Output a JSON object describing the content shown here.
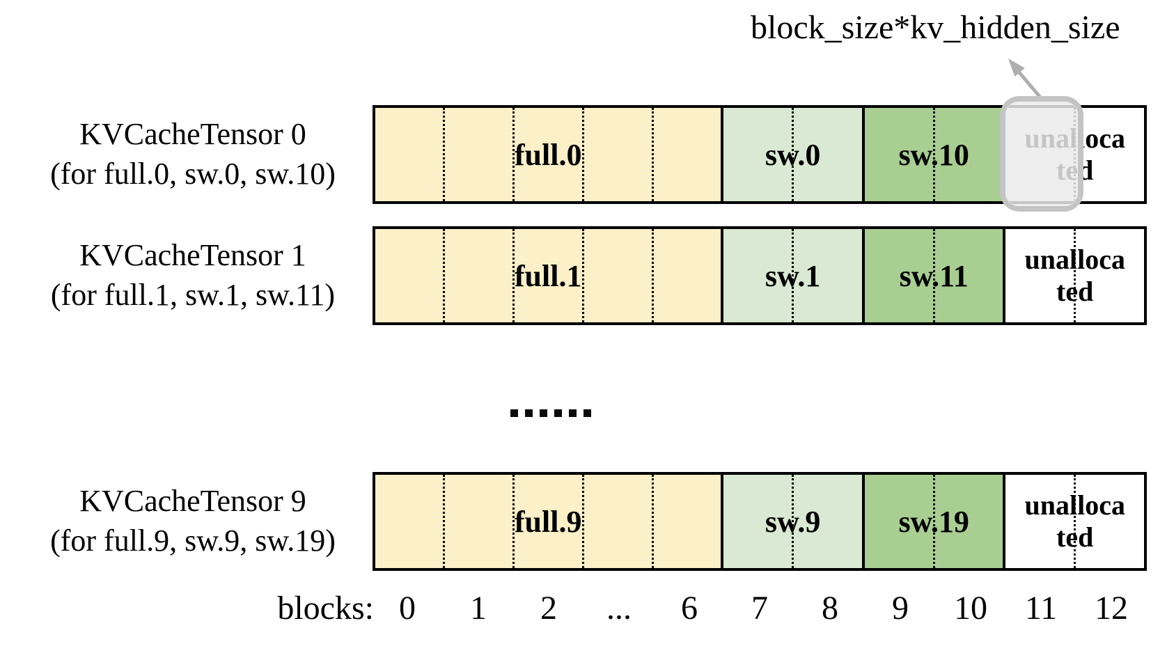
{
  "annotation": {
    "label": "block_size*kv_hidden_size"
  },
  "tensors": [
    {
      "title": "KVCacheTensor 0",
      "subtitle": "(for full.0, sw.0, sw.10)",
      "segments": {
        "full": "full.0",
        "sw_low": "sw.0",
        "sw_high": "sw.10",
        "unallocated": "unallocated"
      },
      "highlighted_block": "11"
    },
    {
      "title": "KVCacheTensor 1",
      "subtitle": "(for full.1, sw.1, sw.11)",
      "segments": {
        "full": "full.1",
        "sw_low": "sw.1",
        "sw_high": "sw.11",
        "unallocated": "unallocated"
      }
    },
    {
      "title": "KVCacheTensor 9",
      "subtitle": "(for full.9, sw.9, sw.19)",
      "segments": {
        "full": "full.9",
        "sw_low": "sw.9",
        "sw_high": "sw.19",
        "unallocated": "unallocated"
      }
    }
  ],
  "ellipsis": "......",
  "axis": {
    "label": "blocks:",
    "ticks": [
      "0",
      "1",
      "2",
      "...",
      "6",
      "7",
      "8",
      "9",
      "10",
      "11",
      "12"
    ]
  },
  "colors": {
    "full_bg": "#FCF0C8",
    "sw_low_bg": "#DAE9D3",
    "sw_high_bg": "#A9CE92",
    "unallocated_bg": "#FFFFFF",
    "highlight_fill": "#EBEBEB",
    "highlight_border": "#C4C4C4",
    "arrow": "#AEAEAE",
    "border": "#000000"
  }
}
